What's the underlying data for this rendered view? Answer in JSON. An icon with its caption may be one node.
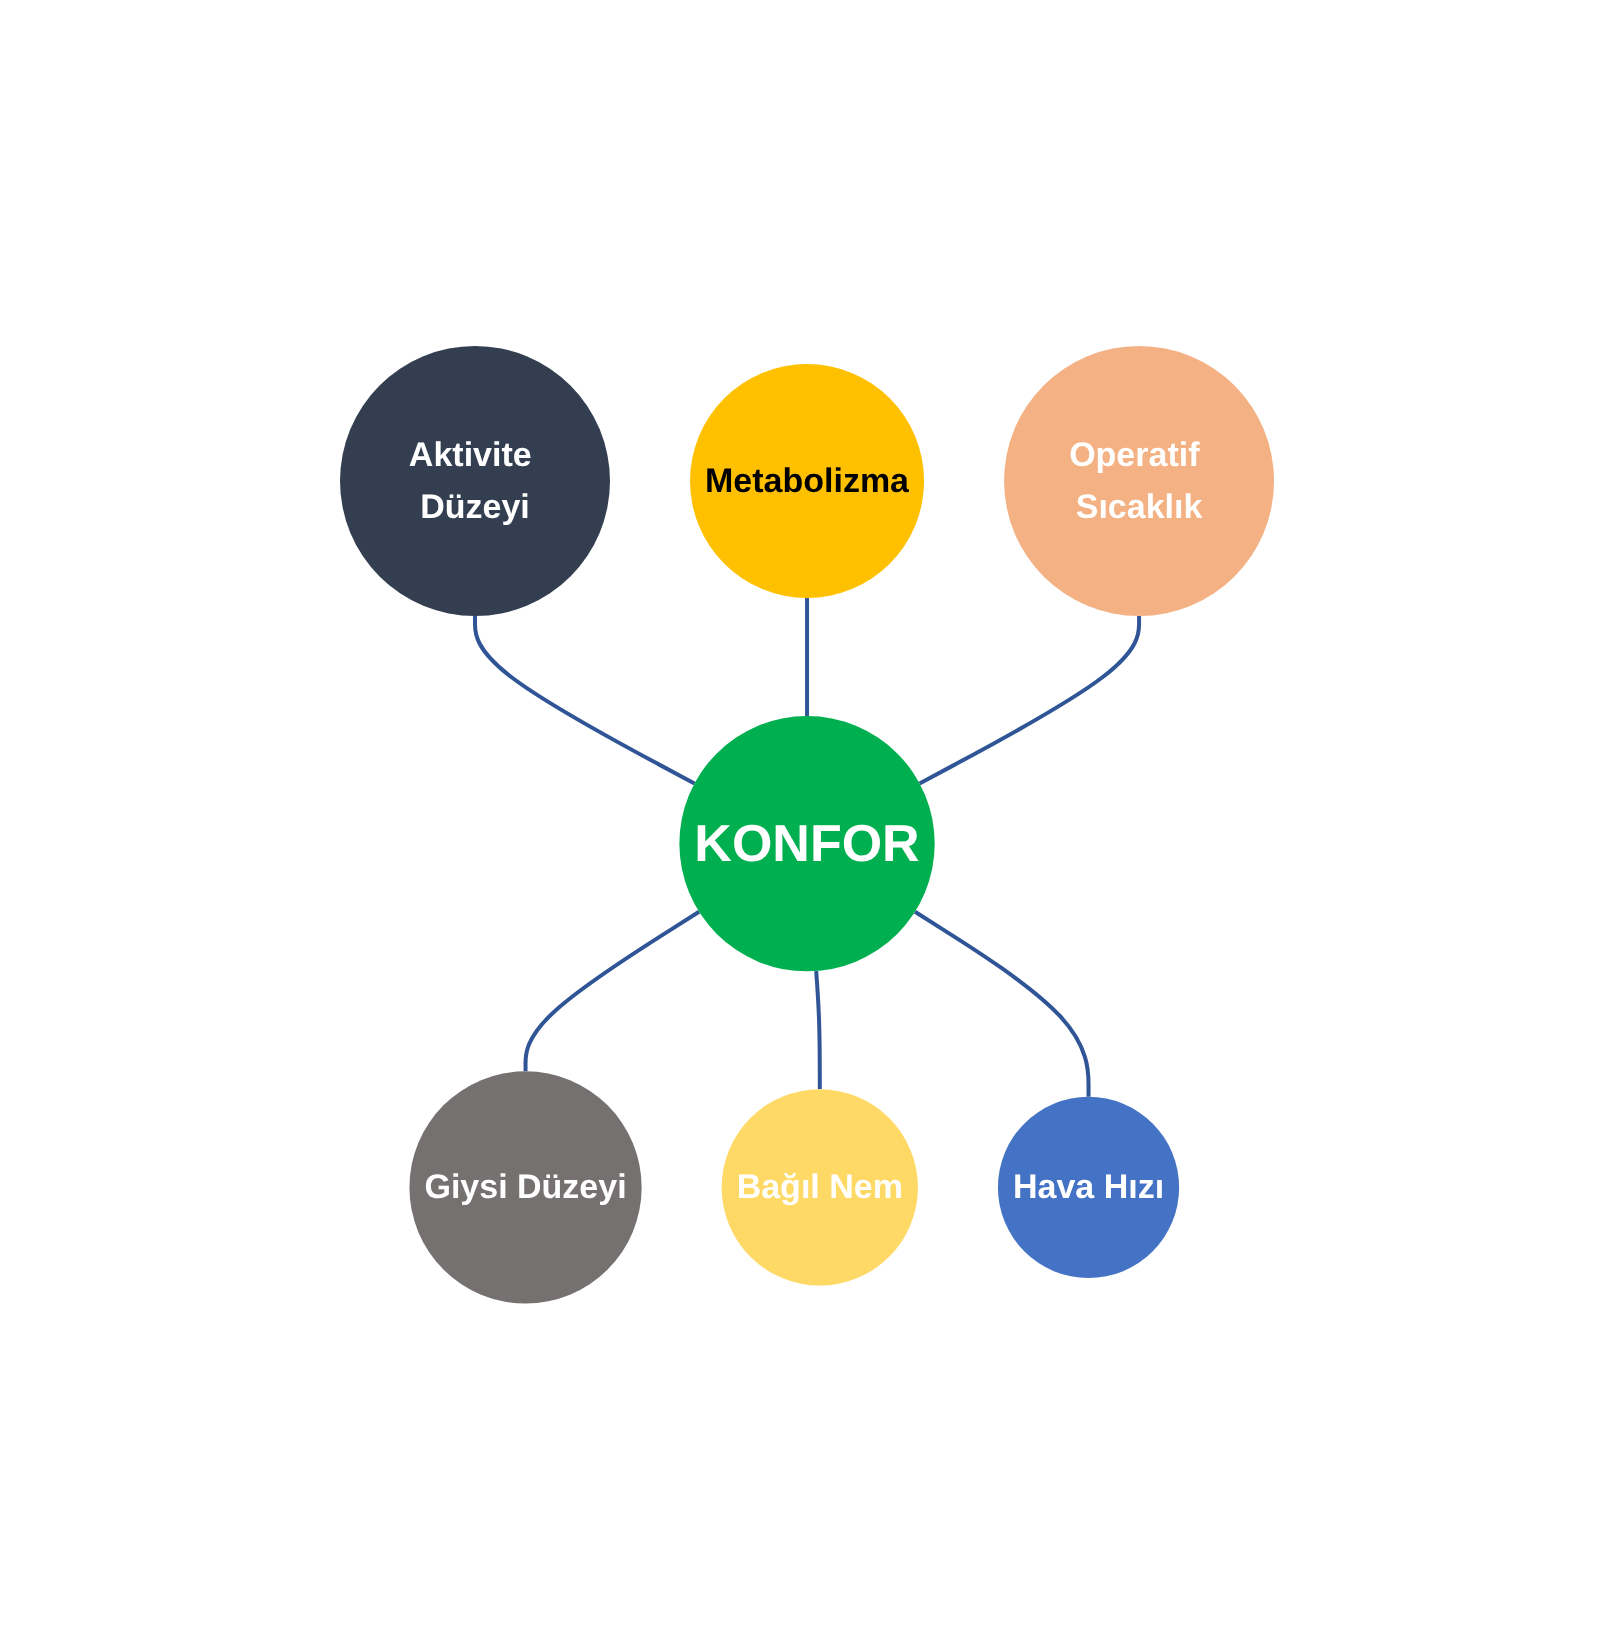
{
  "diagram": {
    "nodes": [
      {
        "text": [
          "KONFOR"
        ]
      },
      {
        "text": [
          "Metabolizma"
        ]
      },
      {
        "text": [
          "Operatif Sıcaklık"
        ]
      },
      {
        "text": [
          "Hava Hızı"
        ]
      },
      {
        "text": [
          "Bağıl Nem"
        ]
      },
      {
        "text": [
          "Giysi Düzeyi"
        ]
      },
      {
        "text": [
          "Aktivite Düzeyi"
        ]
      }
    ],
    "edges": [
      {
        "from": 6,
        "to": 0,
        "arrow": "none"
      },
      {
        "from": 1,
        "to": 0,
        "arrow": "none"
      },
      {
        "from": 2,
        "to": 0,
        "arrow": "none"
      },
      {
        "from": 0,
        "to": 5,
        "arrow": "none"
      },
      {
        "from": 0,
        "to": 4,
        "arrow": "none"
      },
      {
        "from": 0,
        "to": 3,
        "arrow": "none"
      }
    ]
  }
}
